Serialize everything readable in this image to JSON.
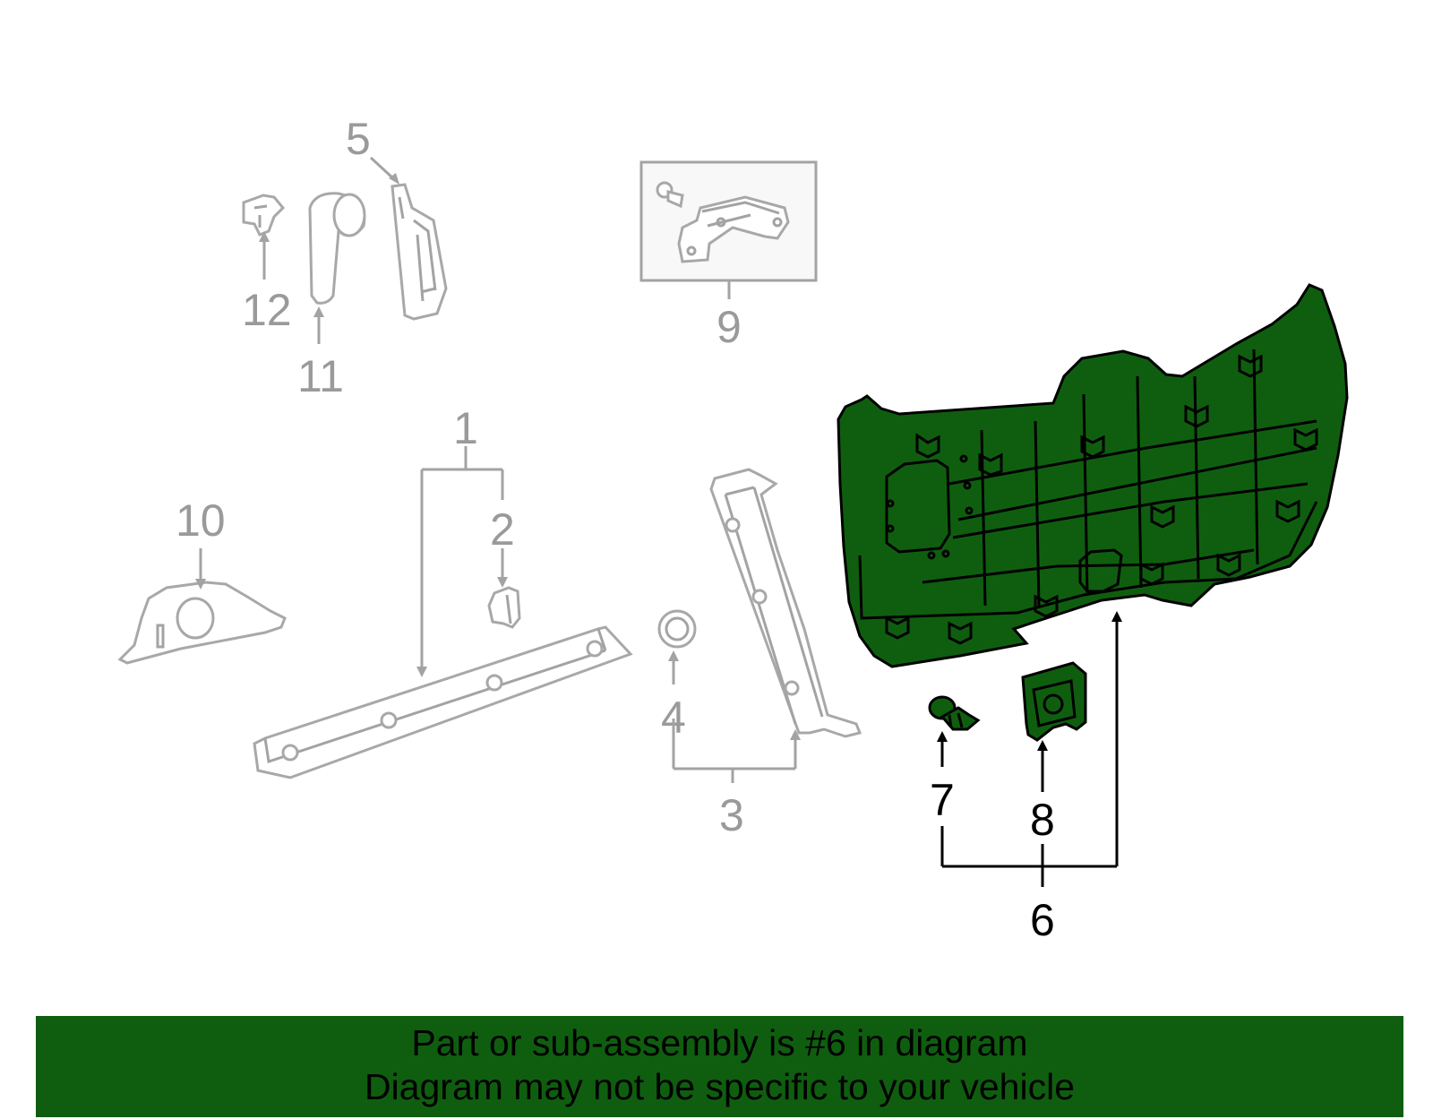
{
  "callouts": {
    "c1": "1",
    "c2": "2",
    "c3": "3",
    "c4": "4",
    "c5": "5",
    "c6": "6",
    "c7": "7",
    "c8": "8",
    "c9": "9",
    "c10": "10",
    "c11": "11",
    "c12": "12"
  },
  "highlight_part": "6",
  "colors": {
    "highlight": "#0f5e0f",
    "inactive": "#a3a3a3",
    "banner": "#0f5e0f",
    "banner_text": "#000000"
  },
  "banner": {
    "line1": "Part or sub-assembly is #6 in diagram",
    "line2": "Diagram may not be specific to your vehicle"
  }
}
